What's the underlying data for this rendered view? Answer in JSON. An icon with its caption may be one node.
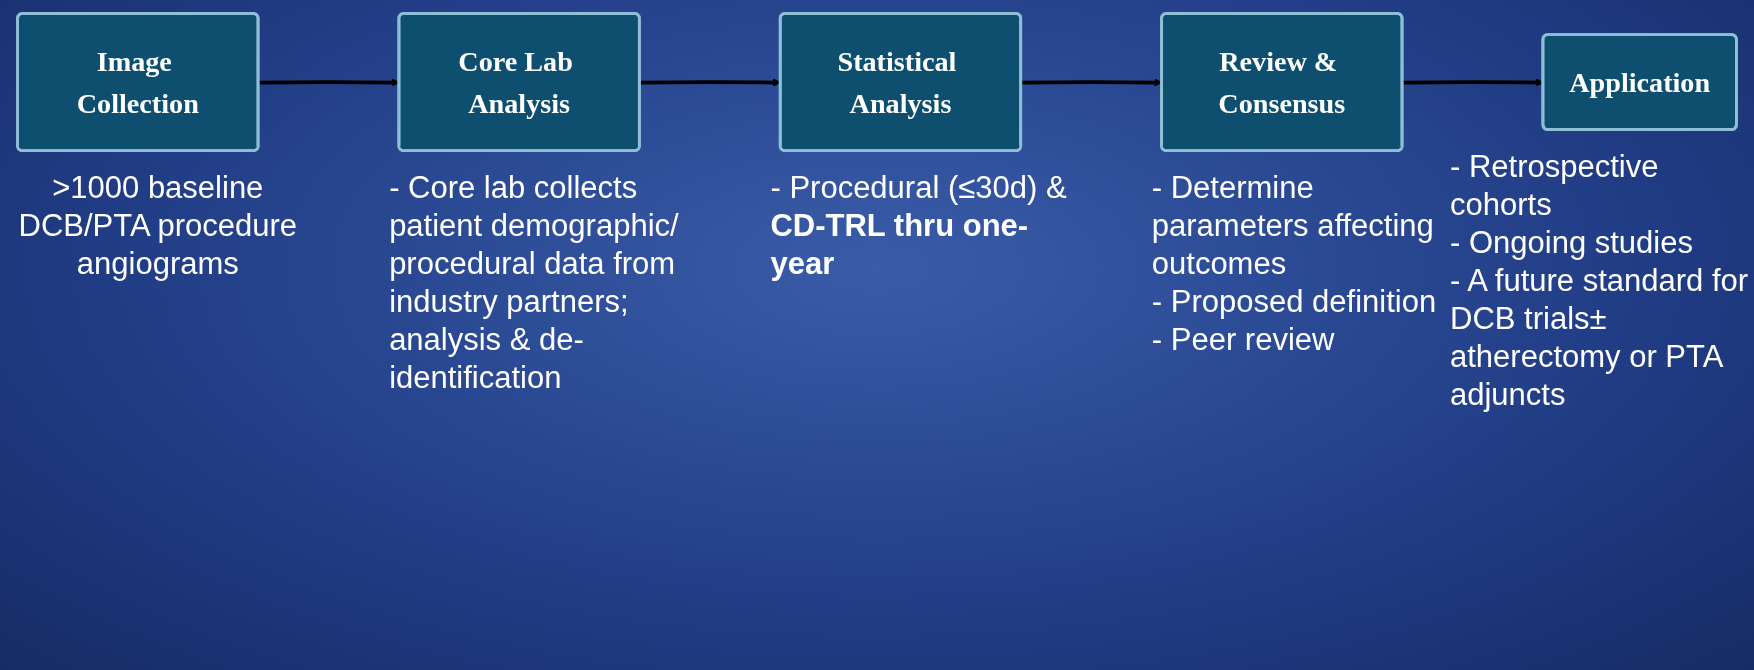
{
  "diagram": {
    "nodes": [
      {
        "text": [
          "Image Collection"
        ],
        "beside": [
          ">1000 baseline DCB/PTA procedure angiograms"
        ]
      },
      {
        "text": [
          "Core Lab Analysis"
        ],
        "beside": [
          "- Core lab collects patient demographic/ procedural data from industry partners; analysis & de-identification"
        ]
      },
      {
        "text": [
          "Statistical Analysis"
        ],
        "beside": [
          "- Procedural (≤30d) & **CD-TRL thru one-year**"
        ]
      },
      {
        "text": [
          "Review & Consensus"
        ],
        "beside": [
          "- Determine parameters affecting outcomes",
          "- Proposed definition",
          "- Peer review"
        ]
      },
      {
        "text": [
          "Application"
        ],
        "beside": [
          "- Retrospective cohorts",
          "- Ongoing studies",
          "- A future standard for DCB trials± atherectomy or PTA adjuncts"
        ]
      }
    ],
    "edges": [
      {
        "from": 0,
        "to": 1,
        "arrow": "to"
      },
      {
        "from": 1,
        "to": 2,
        "arrow": "to"
      },
      {
        "from": 2,
        "to": 3,
        "arrow": "to"
      },
      {
        "from": 3,
        "to": 4,
        "arrow": "to"
      }
    ]
  }
}
